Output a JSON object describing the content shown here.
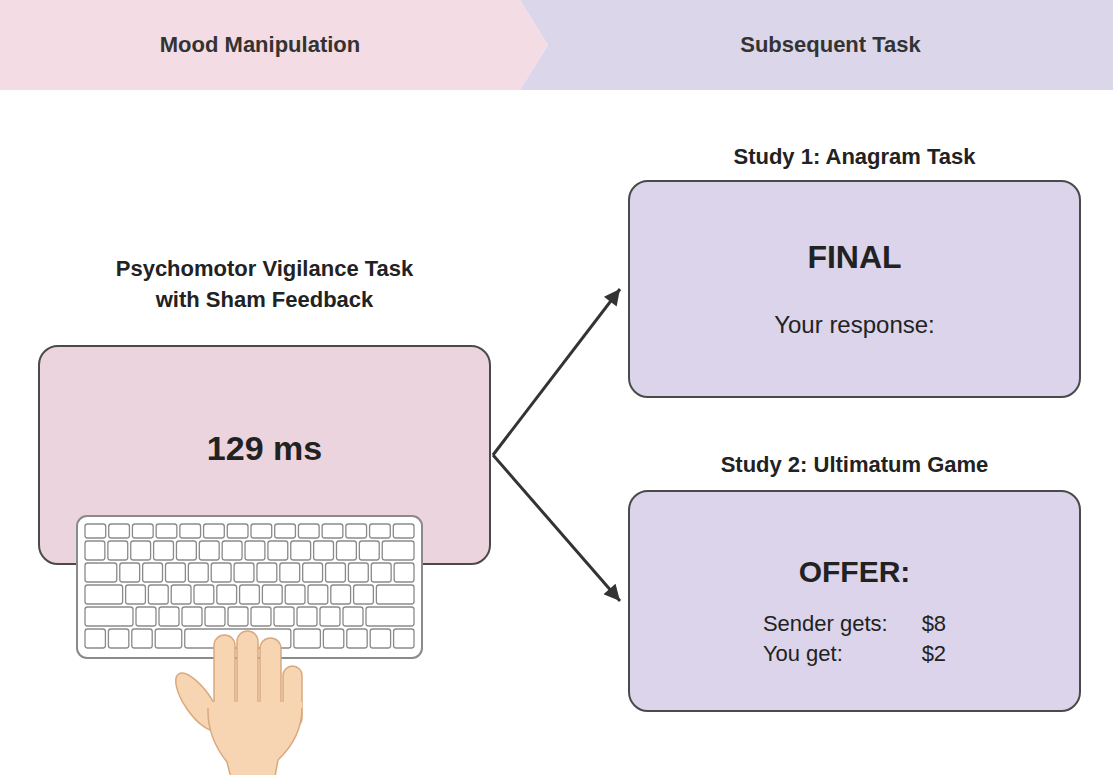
{
  "diagram": {
    "nodes": [
      {
        "text": [
          "Mood Manipulation"
        ]
      },
      {
        "text": [
          "Subsequent Task"
        ]
      },
      {
        "text": [
          "Psychomotor Vigilance Task with Sham Feedback",
          "129 ms"
        ]
      },
      {
        "text": [
          "Study 1: Anagram Task",
          "FINAL",
          "Your response:"
        ]
      },
      {
        "text": [
          "Study 2: Ultimatum Game",
          "OFFER:",
          "Sender gets:",
          "$8",
          "You get:",
          "$2"
        ]
      }
    ],
    "edges": [
      {
        "from": 2,
        "to": 3,
        "arrow": "to"
      },
      {
        "from": 2,
        "to": 4,
        "arrow": "to"
      }
    ]
  }
}
